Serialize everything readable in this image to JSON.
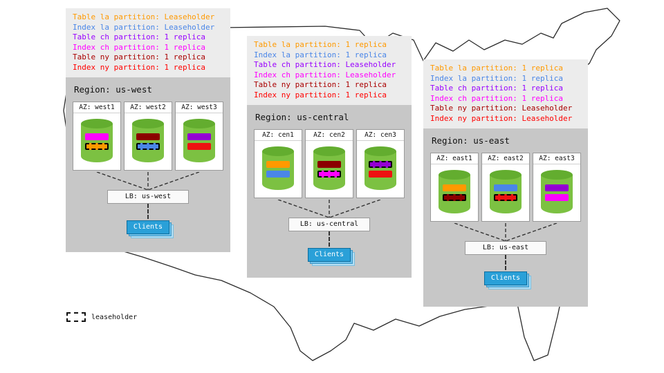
{
  "key": {
    "label": "leaseholder"
  },
  "regions": [
    {
      "id": "us-west",
      "title": "Region: us-west",
      "legend": [
        {
          "text": "Table la partition: Leaseholder",
          "color": "#ff9900"
        },
        {
          "text": "Index la partition: Leaseholder",
          "color": "#4a86e8"
        },
        {
          "text": "Table ch partition: 1 replica",
          "color": "#9900ff"
        },
        {
          "text": "Index ch partition: 1 replica",
          "color": "#ff00ff"
        },
        {
          "text": "Table ny partition: 1 replica",
          "color": "#aa0000"
        },
        {
          "text": "Index ny partition: 1 replica",
          "color": "#ff0000"
        }
      ],
      "azs": [
        {
          "label": "AZ: west1",
          "bars": [
            {
              "color": "#ff00ff",
              "leaseholder": false
            },
            {
              "color": "#ff9900",
              "leaseholder": true
            }
          ]
        },
        {
          "label": "AZ: west2",
          "bars": [
            {
              "color": "#8b0000",
              "leaseholder": false
            },
            {
              "color": "#4a86e8",
              "leaseholder": true
            }
          ]
        },
        {
          "label": "AZ: west3",
          "bars": [
            {
              "color": "#9400d3",
              "leaseholder": false
            },
            {
              "color": "#ee1111",
              "leaseholder": false
            }
          ]
        }
      ],
      "lb": "LB: us-west",
      "clients": "Clients"
    },
    {
      "id": "us-central",
      "title": "Region: us-central",
      "legend": [
        {
          "text": "Table la partition: 1 replica",
          "color": "#ff9900"
        },
        {
          "text": "Index la partition: 1 replica",
          "color": "#4a86e8"
        },
        {
          "text": "Table ch partition: Leaseholder",
          "color": "#9900ff"
        },
        {
          "text": "Index ch partition: Leaseholder",
          "color": "#ff00ff"
        },
        {
          "text": "Table ny partition: 1 replica",
          "color": "#aa0000"
        },
        {
          "text": "Index ny partition: 1 replica",
          "color": "#ff0000"
        }
      ],
      "azs": [
        {
          "label": "AZ: cen1",
          "bars": [
            {
              "color": "#ff9900",
              "leaseholder": false
            },
            {
              "color": "#4a86e8",
              "leaseholder": false
            }
          ]
        },
        {
          "label": "AZ: cen2",
          "bars": [
            {
              "color": "#8b0000",
              "leaseholder": false
            },
            {
              "color": "#ff00ff",
              "leaseholder": true
            }
          ]
        },
        {
          "label": "AZ: cen3",
          "bars": [
            {
              "color": "#9400d3",
              "leaseholder": true
            },
            {
              "color": "#ee1111",
              "leaseholder": false
            }
          ]
        }
      ],
      "lb": "LB: us-central",
      "clients": "Clients"
    },
    {
      "id": "us-east",
      "title": "Region: us-east",
      "legend": [
        {
          "text": "Table la partition: 1 replica",
          "color": "#ff9900"
        },
        {
          "text": "Index la partition: 1 replica",
          "color": "#4a86e8"
        },
        {
          "text": "Table ch partition: 1 replica",
          "color": "#9900ff"
        },
        {
          "text": "Index ch partition: 1 replica",
          "color": "#ff00ff"
        },
        {
          "text": "Table ny partition: Leaseholder",
          "color": "#aa0000"
        },
        {
          "text": "Index ny partition: Leaseholder",
          "color": "#ff0000"
        }
      ],
      "azs": [
        {
          "label": "AZ: east1",
          "bars": [
            {
              "color": "#ff9900",
              "leaseholder": false
            },
            {
              "color": "#8b0000",
              "leaseholder": true
            }
          ]
        },
        {
          "label": "AZ: east2",
          "bars": [
            {
              "color": "#4a86e8",
              "leaseholder": false
            },
            {
              "color": "#ee1111",
              "leaseholder": true
            }
          ]
        },
        {
          "label": "AZ: east3",
          "bars": [
            {
              "color": "#9400d3",
              "leaseholder": false
            },
            {
              "color": "#ff00ff",
              "leaseholder": false
            }
          ]
        }
      ],
      "lb": "LB: us-east",
      "clients": "Clients"
    }
  ]
}
